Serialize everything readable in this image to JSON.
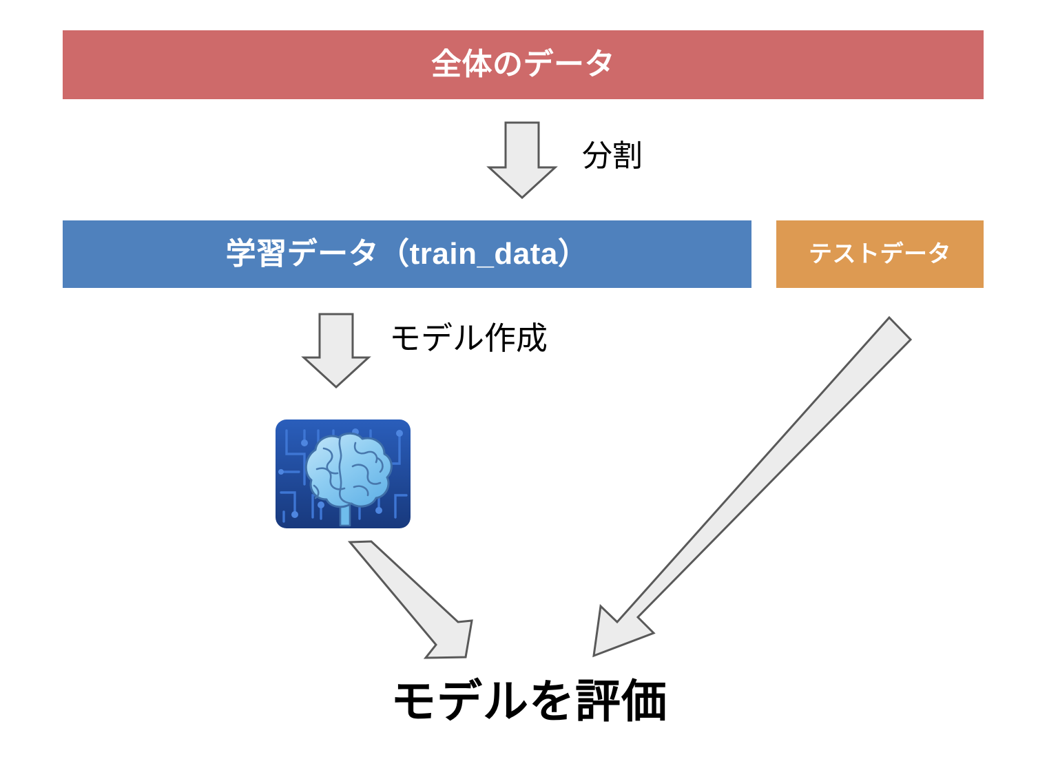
{
  "diagram": {
    "title": "train test split workflow",
    "background_color": "#ffffff",
    "boxes": [
      {
        "id": "all_data",
        "label": "全体のデータ",
        "color": "#ce6a6a",
        "text_color": "#ffffff"
      },
      {
        "id": "train_data",
        "label": "学習データ（train_data）",
        "color": "#4f81bd",
        "text_color": "#ffffff"
      },
      {
        "id": "test_data",
        "label": "テストデータ",
        "color": "#dd9a52",
        "text_color": "#ffffff"
      }
    ],
    "arrows": [
      {
        "id": "split_arrow",
        "label": "分割",
        "direction": "down",
        "from": "all_data",
        "to": "train_data",
        "fill": "#ececec",
        "stroke": "#595959"
      },
      {
        "id": "modeling_arrow",
        "label": "モデル作成",
        "direction": "down",
        "from": "train_data",
        "to": "model_icon",
        "fill": "#ececec",
        "stroke": "#595959"
      },
      {
        "id": "model_to_eval_arrow",
        "label": "",
        "direction": "down-right",
        "from": "model_icon",
        "to": "evaluation",
        "fill": "#ececec",
        "stroke": "#595959"
      },
      {
        "id": "test_to_eval_arrow",
        "label": "",
        "direction": "down-left",
        "from": "test_data",
        "to": "evaluation",
        "fill": "#ececec",
        "stroke": "#595959"
      }
    ],
    "icon": {
      "id": "model_icon",
      "name": "ai-brain-icon",
      "board_color": "#1f4ea3",
      "board_color_dark": "#1a3f87",
      "trace_color": "#3a6fcf",
      "brain_color": "#7fc4ee",
      "brain_outline": "#3f6fa8"
    },
    "conclusion": {
      "label": "モデルを評価",
      "text_color": "#000000"
    }
  }
}
